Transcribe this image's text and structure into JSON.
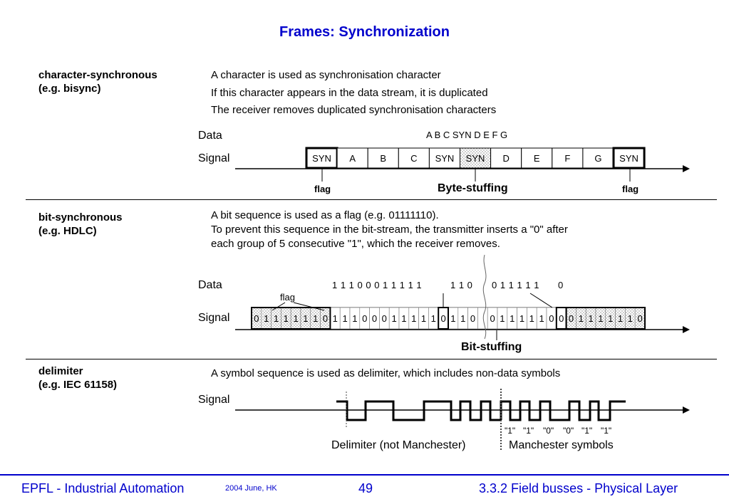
{
  "title": "Frames: Synchronization",
  "sections": {
    "char": {
      "label1": "character-synchronous",
      "label2": "(e.g. bisync)",
      "lines": [
        "A character is used as synchronisation character",
        "If this character appears in the data stream, it is duplicated",
        "The receiver removes duplicated synchronisation characters"
      ],
      "data_label": "Data",
      "signal_label": "Signal",
      "data_text": "A B C SYN D E F G",
      "cells": [
        "SYN",
        "A",
        "B",
        "C",
        "SYN",
        "SYN",
        "D",
        "E",
        "F",
        "G",
        "SYN"
      ],
      "flag_left": "flag",
      "flag_right": "flag",
      "stuffing": "Byte-stuffing"
    },
    "bit": {
      "label1": "bit-synchronous",
      "label2": "(e.g. HDLC)",
      "lines": [
        "A bit sequence is used as a flag (e.g. 01111110).",
        "To prevent this sequence in the bit-stream, the transmitter inserts a \"0\" after",
        "each group of  5 consecutive \"1\", which the receiver removes."
      ],
      "data_label": "Data",
      "signal_label": "Signal",
      "flag": "flag",
      "data_bits": [
        {
          "text": "1 1  1 0 0 0 1 1 1 1 1"
        },
        {
          "text": "1 1 0"
        },
        {
          "text": "0 1 1 1 1 1"
        },
        {
          "text": "0"
        }
      ],
      "bits": [
        "0",
        "1",
        "1",
        "1",
        "1",
        "1",
        "1",
        "0",
        "1",
        "1",
        "1",
        "0",
        "0",
        "0",
        "1",
        "1",
        "1",
        "1",
        "1",
        "0",
        "1",
        "1",
        "0",
        "",
        "0",
        "1",
        "1",
        "1",
        "1",
        "1",
        "0",
        "0",
        "0",
        "1",
        "1",
        "1",
        "1",
        "1",
        "1",
        "0"
      ],
      "stuffing": "Bit-stuffing"
    },
    "delim": {
      "label1": "delimiter",
      "label2": "(e.g. IEC 61158)",
      "line": "A symbol sequence is used as delimiter, which includes non-data symbols",
      "signal_label": "Signal",
      "symbols": [
        "\"1\"",
        "\"1\"",
        "\"0\"",
        "\"0\"",
        "\"1\"",
        "\"1\""
      ],
      "caption_left": "Delimiter (not Manchester)",
      "caption_right": "Manchester symbols"
    }
  },
  "footer": {
    "left": "EPFL - Industrial Automation",
    "date": "2004 June, HK",
    "page": "49",
    "right": "3.3.2 Field busses - Physical Layer"
  }
}
